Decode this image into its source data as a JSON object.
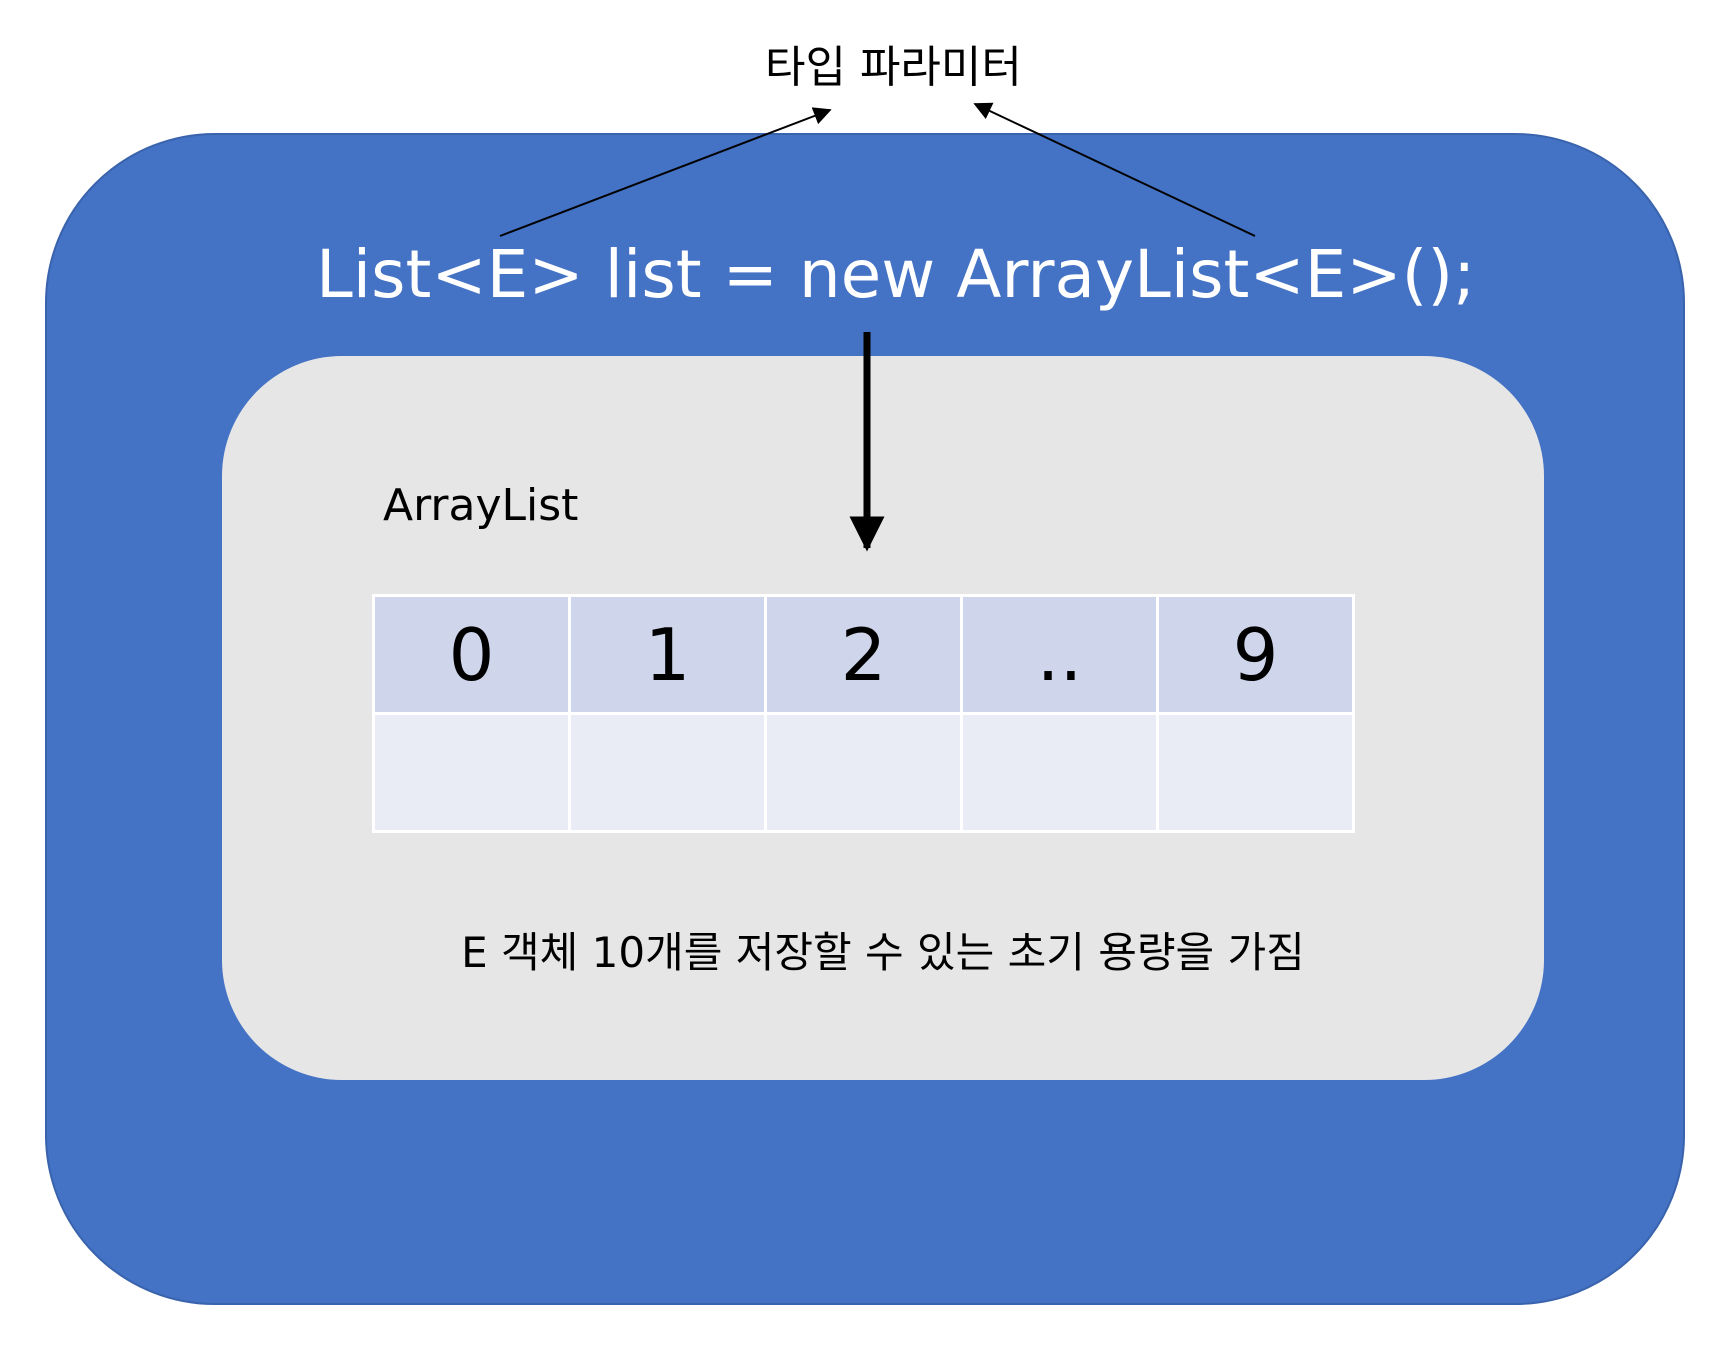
{
  "diagram": {
    "type_parameter_label": "타입 파라미터",
    "code_line": "List<E> list = new ArrayList<E>();",
    "arraylist_label": "ArrayList",
    "array_indices": [
      "0",
      "1",
      "2",
      "..",
      "9"
    ],
    "caption": "E 객체 10개를 저장할 수 있는 초기 용량을 가짐"
  },
  "colors": {
    "outer_box": "#4472c4",
    "inner_box": "#e6e6e6",
    "index_cell": "#cfd5ea",
    "value_cell": "#e9ebf5",
    "code_text": "#ffffff"
  }
}
